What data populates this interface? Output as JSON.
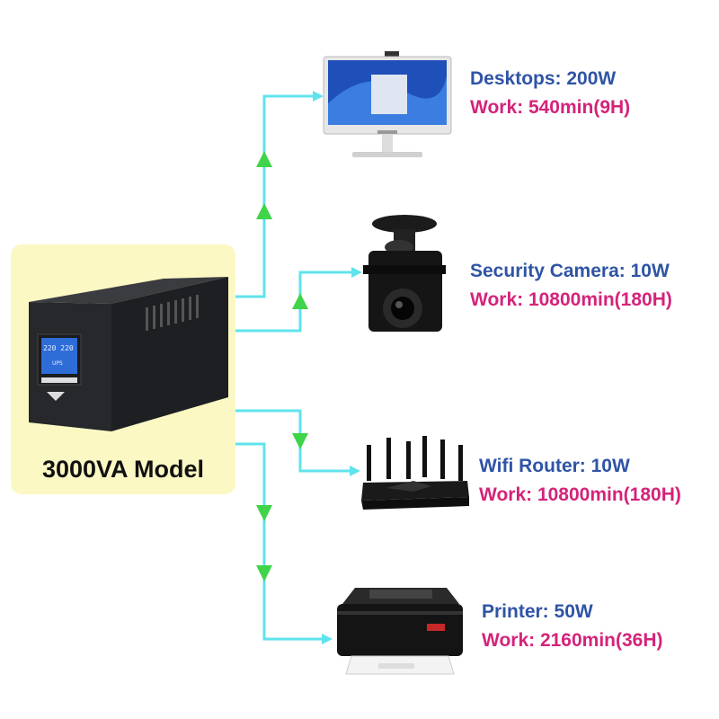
{
  "ups": {
    "label": "3000VA Model",
    "screen_text": "220 220",
    "screen_sub": "UPS"
  },
  "devices": [
    {
      "name": "Desktops: 200W",
      "work": "Work: 540min(9H)",
      "icon": "desktop-monitor-icon"
    },
    {
      "name": "Security Camera: 10W",
      "work": "Work: 10800min(180H)",
      "icon": "security-camera-icon"
    },
    {
      "name": "Wifi Router: 10W",
      "work": "Work: 10800min(180H)",
      "icon": "wifi-router-icon"
    },
    {
      "name": "Printer: 50W",
      "work": "Work: 2160min(36H)",
      "icon": "printer-icon"
    }
  ],
  "colors": {
    "wire": "#5fe3ec",
    "arrow": "#3fd44a",
    "name_text": "#2f54a5",
    "work_text": "#d4237a",
    "panel": "#fbf8c4"
  }
}
